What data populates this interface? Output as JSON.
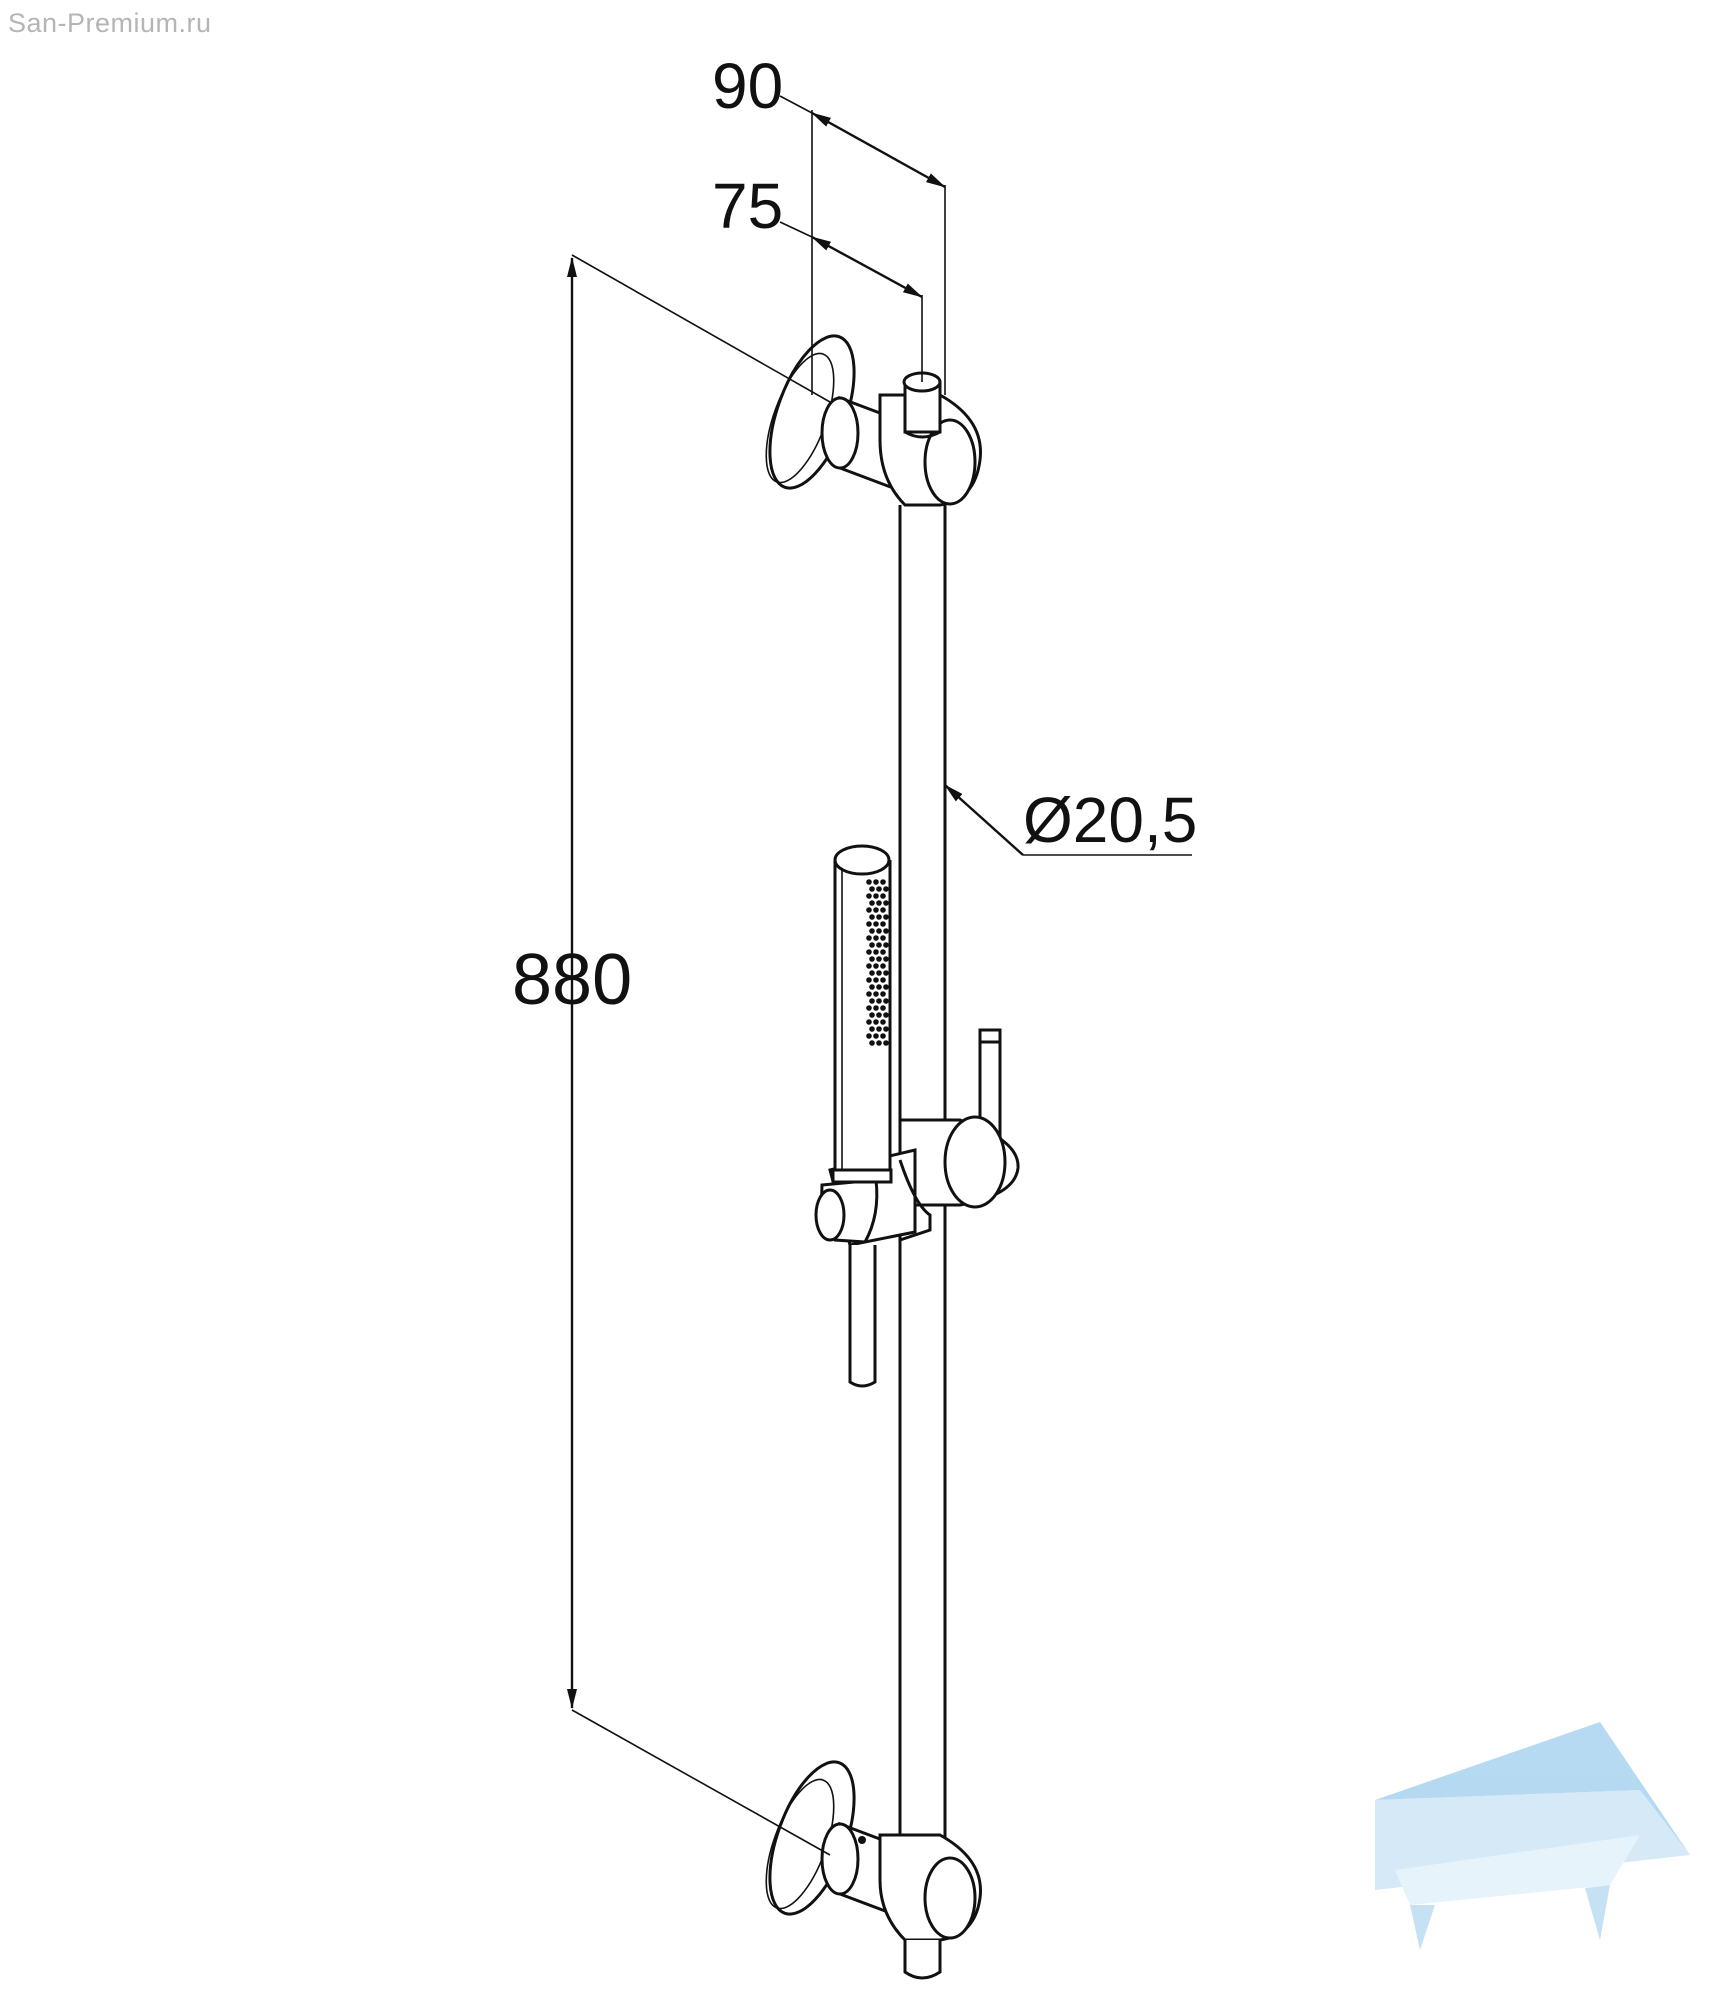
{
  "watermark": {
    "text": "San-Premium.ru",
    "color": "#b5b5b5"
  },
  "dimensions": {
    "width_outer": "90",
    "width_inner": "75",
    "diameter": "Ø20,5",
    "height": "880"
  },
  "logo": {
    "name": "bathtub-logo-icon",
    "color": "#cfe6f6"
  },
  "colors": {
    "line": "#111111",
    "background": "#ffffff"
  }
}
